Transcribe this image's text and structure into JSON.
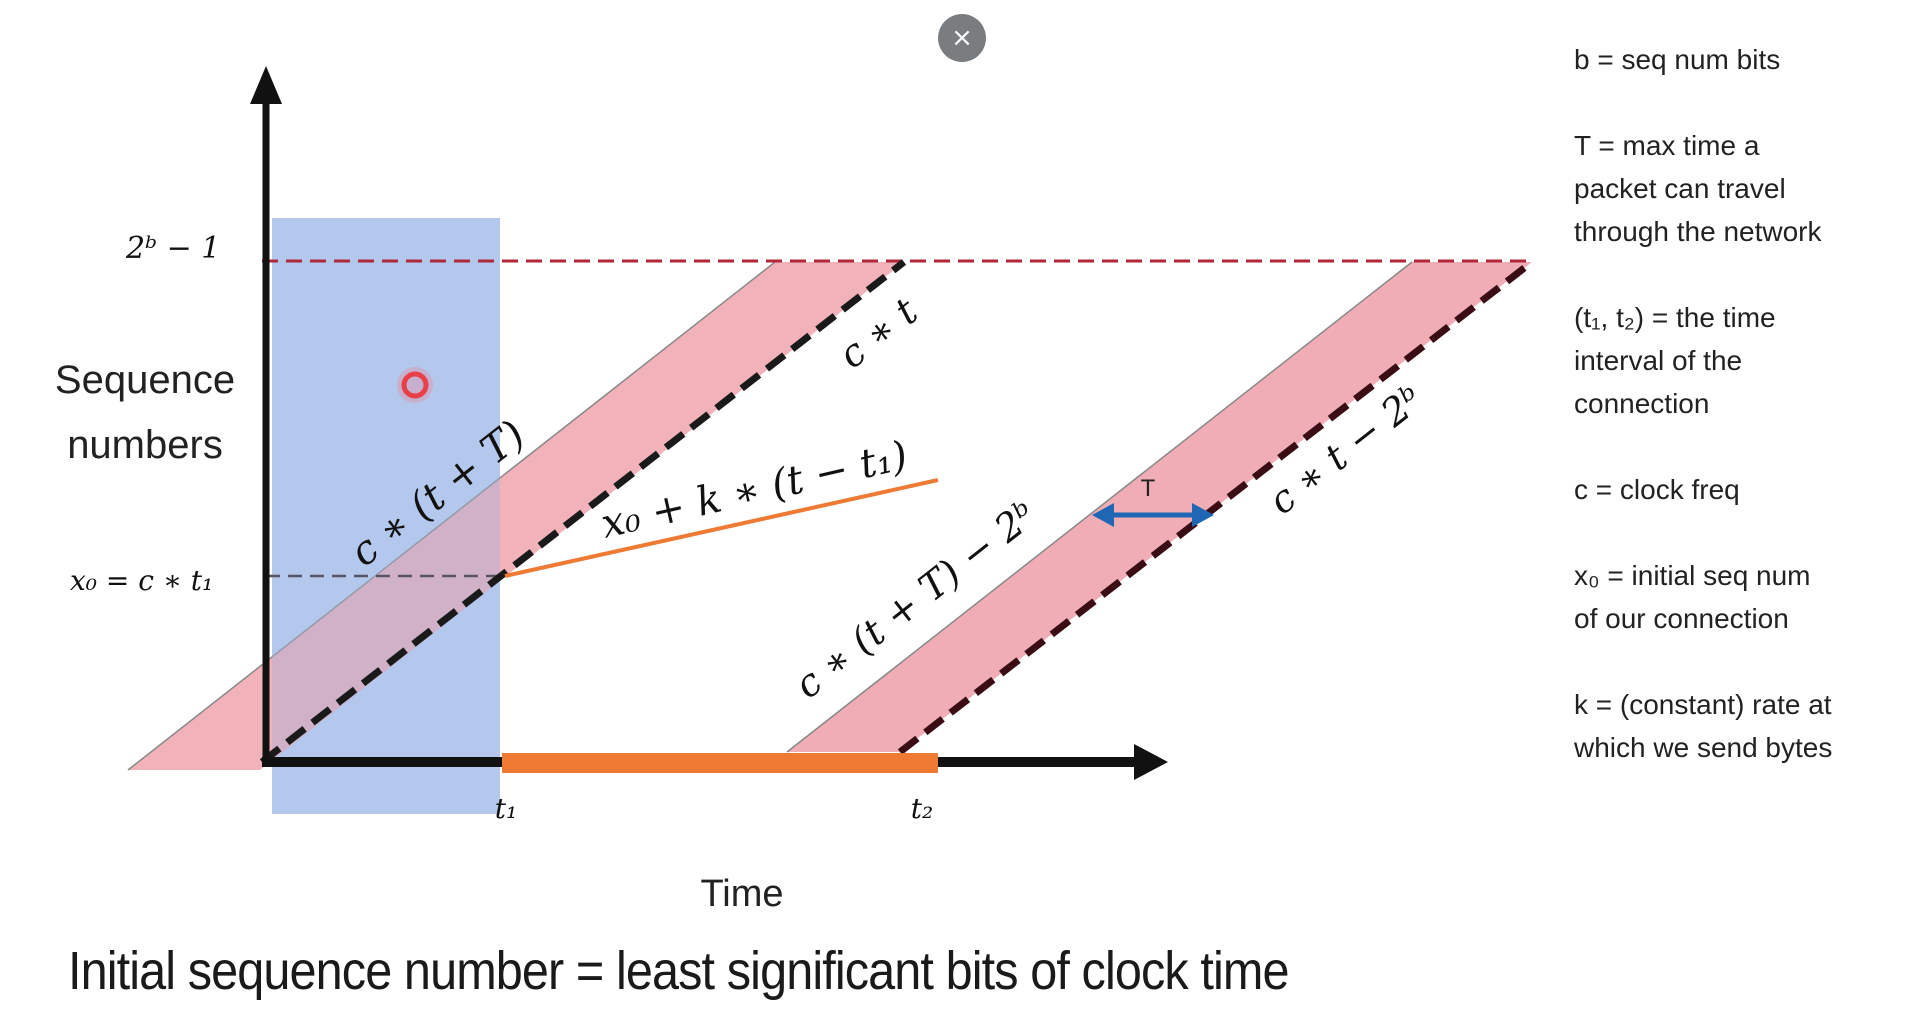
{
  "diagram": {
    "y_axis_label_line1": "Sequence",
    "y_axis_label_line2": "numbers",
    "x_axis_label": "Time",
    "y_tick_max": "2ᵇ − 1",
    "y_tick_x0": "x₀ = c ∗ t₁",
    "x_tick_t1": "t₁",
    "x_tick_t2": "t₂",
    "label_c_t_plus_T": "c ∗ (t + T)",
    "label_c_t": "c ∗ t",
    "label_x0_line": "x₀ + k ∗ (t − t₁)",
    "label_c_t_plus_T_minus_2b": "c ∗ (t + T) − 2ᵇ",
    "label_c_t_minus_2b": "c ∗ t − 2ᵇ",
    "label_T": "T",
    "colors": {
      "band": "#eea4ad",
      "window": "#a6bce8",
      "connection": "#ee7a34",
      "dashed_max": "#b0283a",
      "arrow_T": "#1f67b5",
      "axis": "#111111"
    }
  },
  "legend": {
    "b_def": "b = seq num bits",
    "T_def_line1": "T = max time a",
    "T_def_line2": "packet can travel",
    "T_def_line3": "through the network",
    "interval_def_line1": "(t₁, t₂) = the time",
    "interval_def_line2": "interval of the",
    "interval_def_line3": "connection",
    "c_def": "c = clock freq",
    "x0_def_line1": "x₀ = initial seq num",
    "x0_def_line2": "of our connection",
    "k_def_line1": "k = (constant) rate at",
    "k_def_line2": "which we send bytes"
  },
  "caption": "Initial sequence number = least significant bits of clock time",
  "close_icon": "×"
}
